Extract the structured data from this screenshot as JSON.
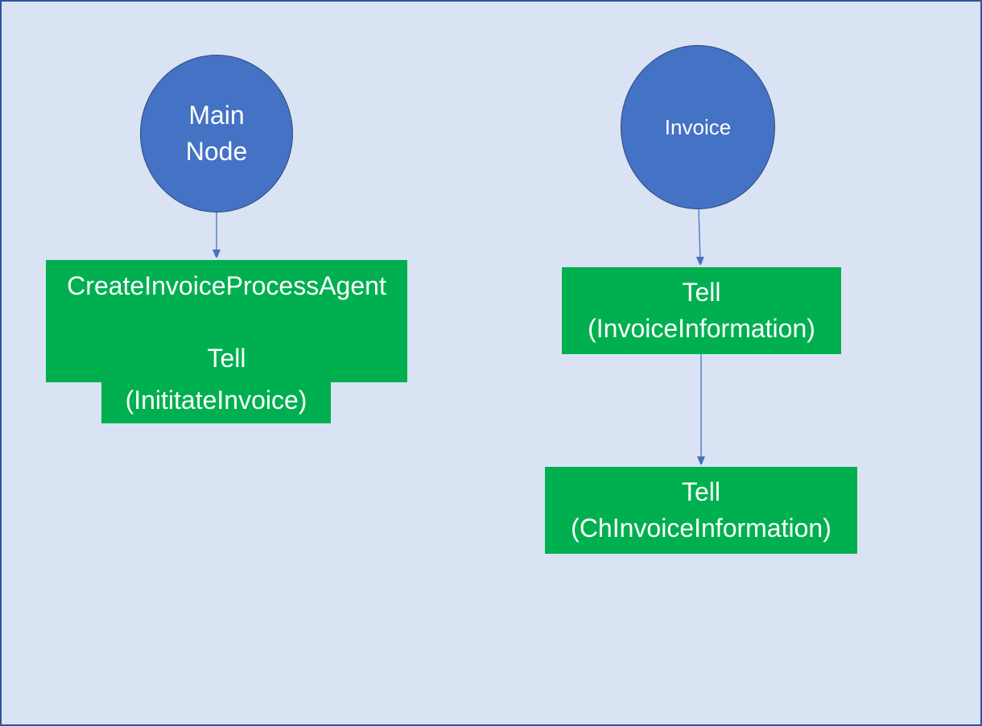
{
  "diagram": {
    "colors": {
      "background": "#dae3f3",
      "border": "#2f5597",
      "circle_fill": "#4472c4",
      "box_fill": "#00b050",
      "arrow": "#4472c4",
      "text": "#ffffff"
    },
    "main_node": {
      "label": "Main\nNode"
    },
    "create_agent_box": {
      "title": "CreateInvoiceProcessAgent",
      "tell": "Tell",
      "message": "(InititateInvoice)"
    },
    "invoice_node": {
      "label": "Invoice"
    },
    "invoice_info_box": {
      "tell": "Tell",
      "message": "(InvoiceInformation)"
    },
    "ch_invoice_info_box": {
      "tell": "Tell",
      "message": "(ChInvoiceInformation)"
    }
  }
}
